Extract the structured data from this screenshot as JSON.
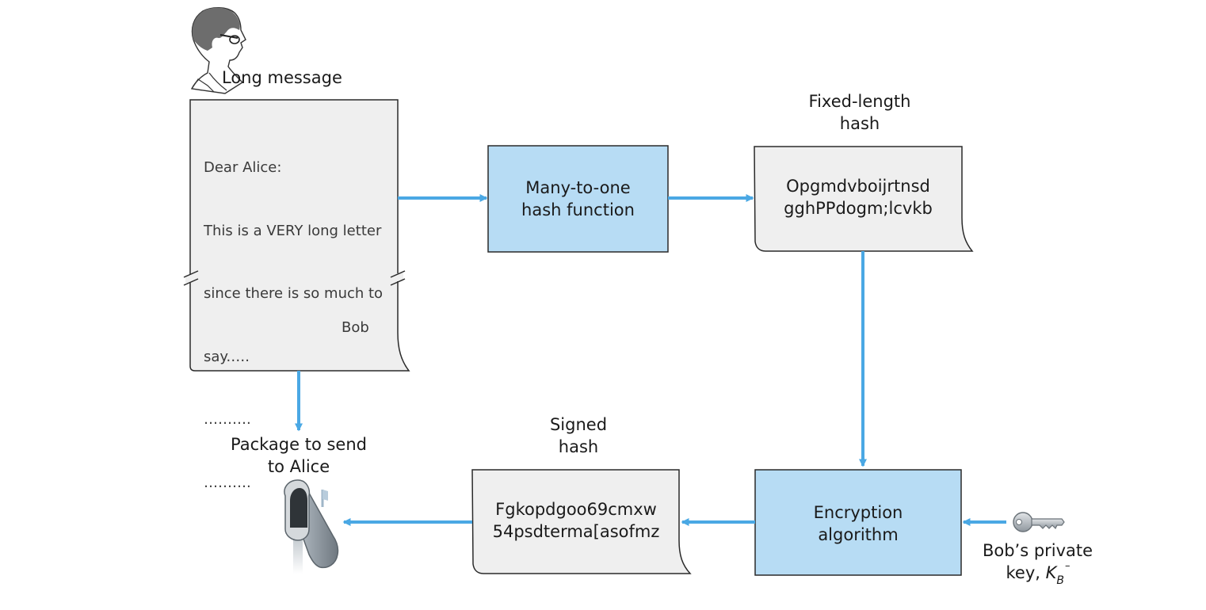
{
  "colors": {
    "accent_arrow": "#4aa8e4",
    "process_box_fill": "#b7dcf4",
    "document_fill": "#efefef",
    "outline": "#2a2a2a"
  },
  "icons": {
    "sender": "person-icon",
    "destination": "mailbox-icon",
    "key": "key-icon"
  },
  "labels": {
    "long_message": "Long message",
    "fixed_length_hash": [
      "Fixed-length",
      "hash"
    ],
    "signed_hash": [
      "Signed",
      "hash"
    ],
    "package": [
      "Package to send",
      "to Alice"
    ],
    "private_key": [
      "Bob’s private",
      "key, "
    ],
    "key_symbol": "K",
    "key_subscript": "B",
    "key_superscript": "–"
  },
  "letter": {
    "lines": [
      "Dear Alice:",
      "This is a VERY long letter",
      "since there is so much to",
      "say.….",
      "……….",
      "………."
    ],
    "signature": "Bob"
  },
  "hash_function_box": [
    "Many-to-one",
    "hash function"
  ],
  "fixed_hash_value": [
    "Opgmdvboijrtnsd",
    "gghPPdogm;lcvkb"
  ],
  "encryption_box": [
    "Encryption",
    "algorithm"
  ],
  "signed_hash_value": [
    "Fgkopdgoo69cmxw",
    "54psdterma[asofmz"
  ]
}
